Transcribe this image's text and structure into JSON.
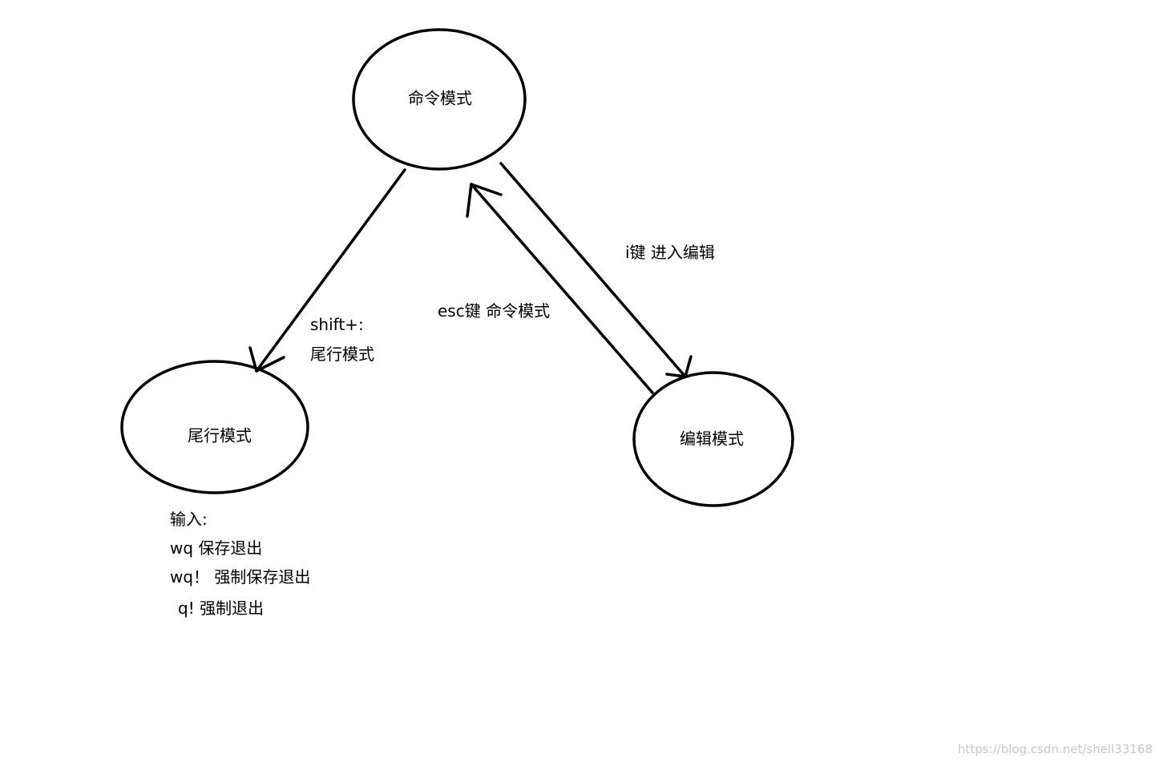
{
  "nodes": {
    "command_mode": {
      "label": "命令模式"
    },
    "last_line_mode": {
      "label": "尾行模式"
    },
    "edit_mode": {
      "label": "编辑模式"
    }
  },
  "edges": {
    "to_last_line": {
      "label_line1": "shift+:",
      "label_line2": "尾行模式"
    },
    "to_edit": {
      "label": "i键 进入编辑"
    },
    "to_command": {
      "label": "esc键 命令模式"
    }
  },
  "notes": {
    "heading": "输入:",
    "lines": [
      "wq 保存退出",
      "wq！ 强制保存退出",
      "q! 强制退出"
    ]
  },
  "watermark": "https://blog.csdn.net/shell33168",
  "colors": {
    "stroke": "#000000",
    "background": "#ffffff",
    "watermark": "#c8c8c8"
  }
}
